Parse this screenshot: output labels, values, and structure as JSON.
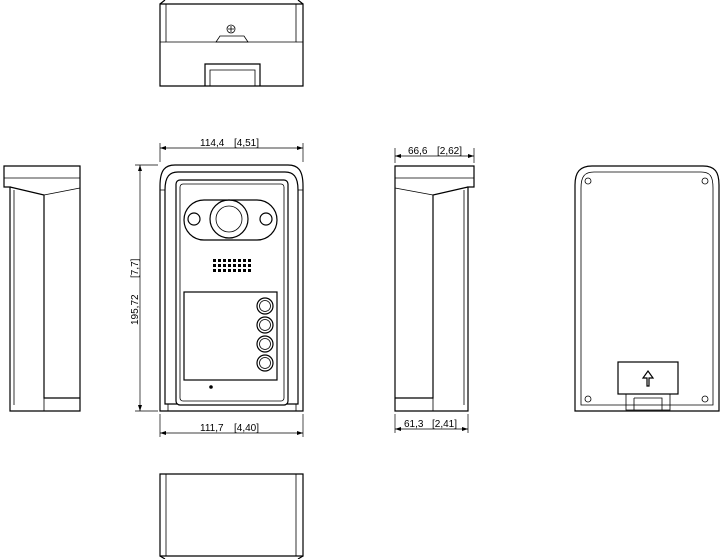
{
  "dimensions": {
    "front_width_top": "114,4",
    "front_width_top_in": "[4,51]",
    "front_width_bottom": "111,7",
    "front_width_bottom_in": "[4,40]",
    "front_height": "195,72",
    "front_height_in": "[7,7]",
    "side_depth_top": "66,6",
    "side_depth_top_in": "[2,62]",
    "side_depth_bottom": "61,3",
    "side_depth_bottom_in": "[2,41]"
  },
  "icons": {
    "camera": "camera-icon",
    "speaker": "speaker-grille-icon",
    "up_arrow": "up-arrow-icon",
    "screw": "screw-icon"
  },
  "colors": {
    "line": "#000000",
    "background": "#ffffff"
  },
  "call_buttons_count": 4
}
